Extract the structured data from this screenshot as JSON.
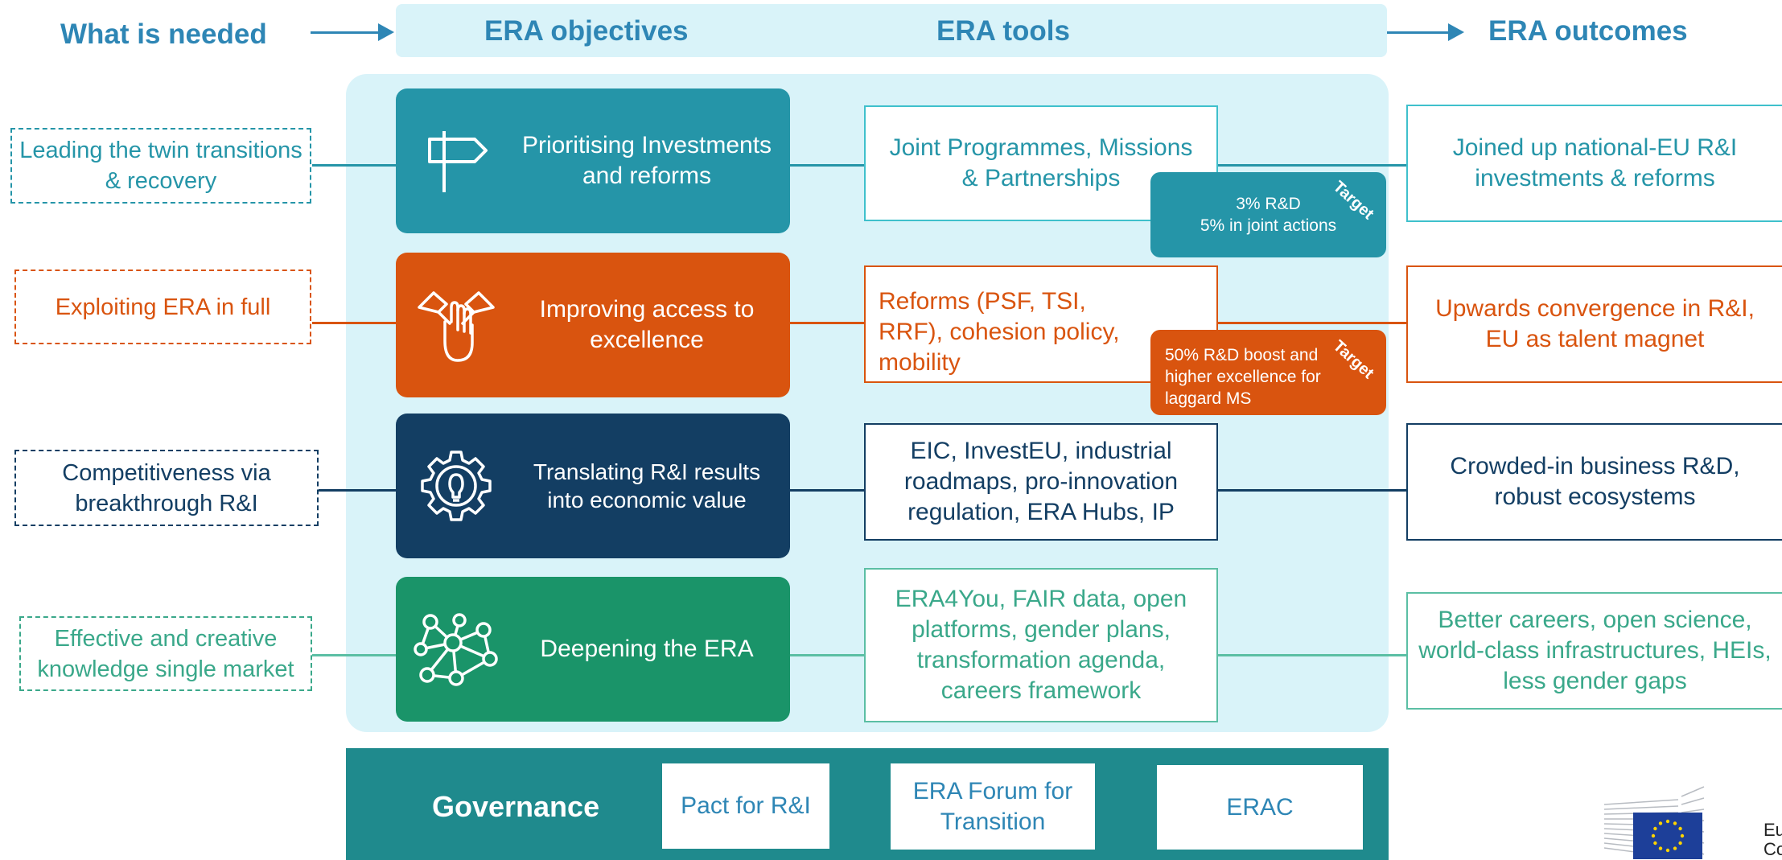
{
  "header": {
    "needed": "What is needed",
    "objectives": "ERA objectives",
    "tools": "ERA tools",
    "outcomes": "ERA outcomes"
  },
  "colors": {
    "teal": "#2595a8",
    "orange": "#d9540f",
    "navy": "#133e63",
    "green": "#1a9469",
    "panel": "#d9f3f9",
    "header_blue": "#2e86b5",
    "governance": "#1f8a8d"
  },
  "rows": [
    {
      "need": "Leading the twin transitions & recovery",
      "objective": "Prioritising Investments and reforms",
      "icon": "signpost-icon",
      "tool": "Joint Programmes, Missions & Partnerships",
      "target_tag": "Target",
      "target_text": "3% R&D\n5% in joint actions",
      "outcome": "Joined up national-EU R&I investments & reforms"
    },
    {
      "need": "Exploiting ERA in full",
      "objective": "Improving access to excellence",
      "icon": "joined-hands-icon",
      "tool": "Reforms (PSF, TSI, RRF), cohesion policy, mobility",
      "target_tag": "Target",
      "target_text": "50% R&D boost and higher excellence for laggard MS",
      "outcome": "Upwards convergence in R&I, EU as talent magnet"
    },
    {
      "need": "Competitiveness via breakthrough R&I",
      "objective": "Translating R&I results into economic value",
      "icon": "lightbulb-gear-icon",
      "tool": "EIC, InvestEU, industrial roadmaps, pro-innovation regulation, ERA Hubs, IP",
      "outcome": "Crowded-in business R&D, robust ecosystems"
    },
    {
      "need": "Effective and creative knowledge single market",
      "objective": "Deepening the ERA",
      "icon": "network-nodes-icon",
      "tool": "ERA4You, FAIR data, open platforms, gender plans, transformation agenda, careers framework",
      "outcome": "Better careers, open science, world-class infrastructures, HEIs, less gender gaps"
    }
  ],
  "governance": {
    "label": "Governance",
    "items": [
      "Pact for R&I",
      "ERA Forum for Transition",
      "ERAC"
    ]
  },
  "logo": {
    "text_line1": "Eu",
    "text_line2": "Co",
    "icon": "eu-flag-icon"
  }
}
